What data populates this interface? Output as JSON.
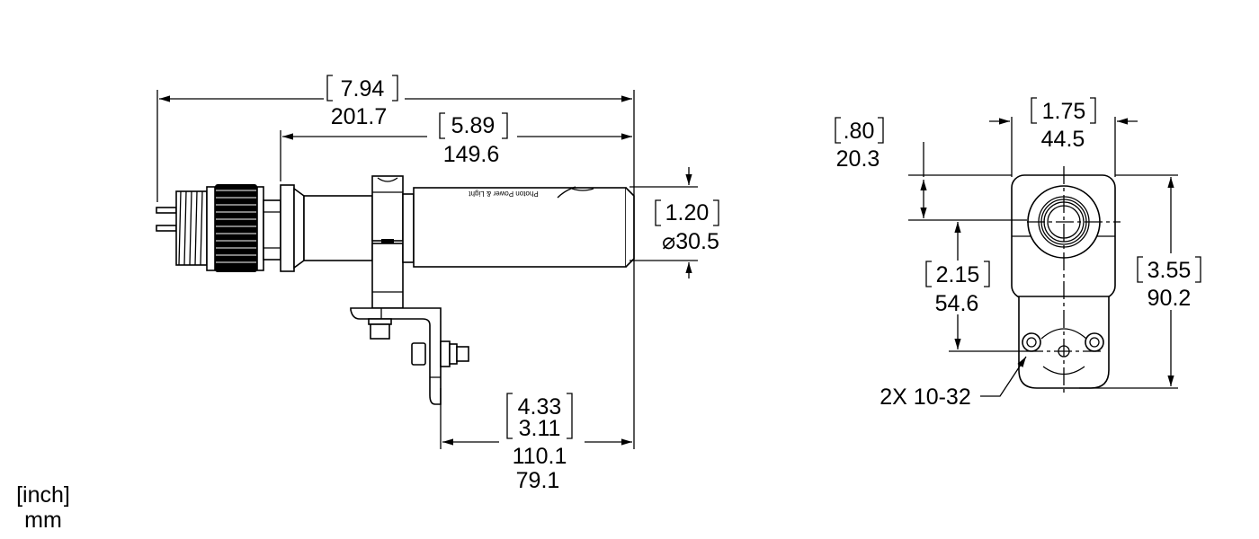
{
  "drawing": {
    "side_view": {
      "overall_length": {
        "inch": "7.94",
        "mm": "201.7"
      },
      "body_length": {
        "inch": "5.89",
        "mm": "149.6"
      },
      "diameter": {
        "inch": "1.20",
        "mm": "⌀30.5"
      },
      "bracket_offset": {
        "inch_max": "4.33",
        "inch_min": "3.11",
        "mm_max": "110.1",
        "mm_min": "79.1"
      },
      "logo_text": "Photon Power & Light"
    },
    "end_view": {
      "width": {
        "inch": "1.75",
        "mm": "44.5"
      },
      "center_height": {
        "inch": ".80",
        "mm": "20.3"
      },
      "center_to_holes": {
        "inch": "2.15",
        "mm": "54.6"
      },
      "overall_height": {
        "inch": "3.55",
        "mm": "90.2"
      },
      "hole_callout": "2X 10-32"
    },
    "units_legend": {
      "inch": "[inch]",
      "mm": "mm"
    }
  }
}
